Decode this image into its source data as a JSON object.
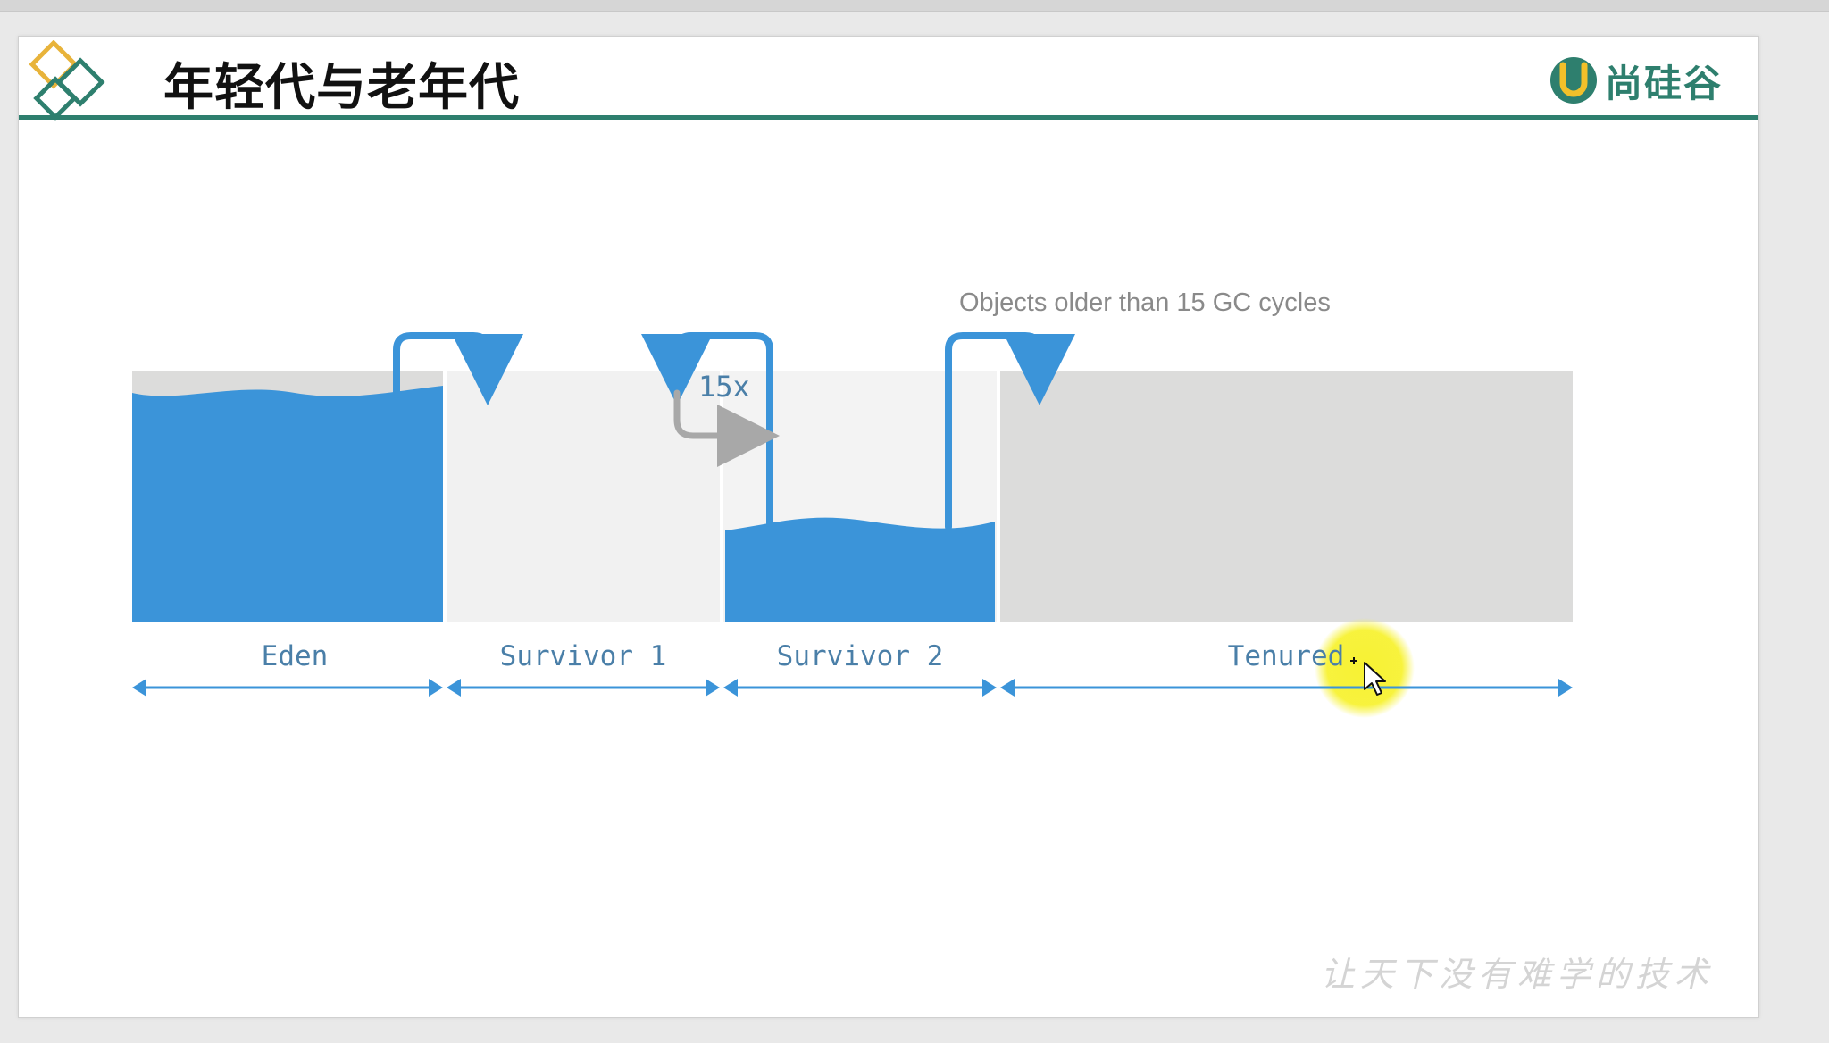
{
  "slide": {
    "title": "年轻代与老年代",
    "brand": "尚硅谷",
    "slogan": "让天下没有难学的技术"
  },
  "diagram": {
    "annotation": "Objects older than 15 GC cycles",
    "loop_label": "15x",
    "regions": [
      {
        "name": "eden",
        "label": "Eden",
        "fill_level": 0.92
      },
      {
        "name": "survivor-1",
        "label": "Survivor 1",
        "fill_level": 0
      },
      {
        "name": "survivor-2",
        "label": "Survivor 2",
        "fill_level": 0.4
      },
      {
        "name": "tenured",
        "label": "Tenured",
        "fill_level": 0
      }
    ]
  },
  "colors": {
    "accent": "#2e7f6e",
    "water": "#3b94d9",
    "region_light": "#f1f1f1",
    "region_dark": "#dcdcdb",
    "axis": "#3b94d9",
    "annotation": "#8a8a8a",
    "label": "#4a7fa8",
    "gray_arrow": "#a8a8a8",
    "highlight": "#f7f233"
  },
  "icons": [
    "diamond-logo-icon",
    "brand-u-icon",
    "mouse-cursor-icon"
  ]
}
